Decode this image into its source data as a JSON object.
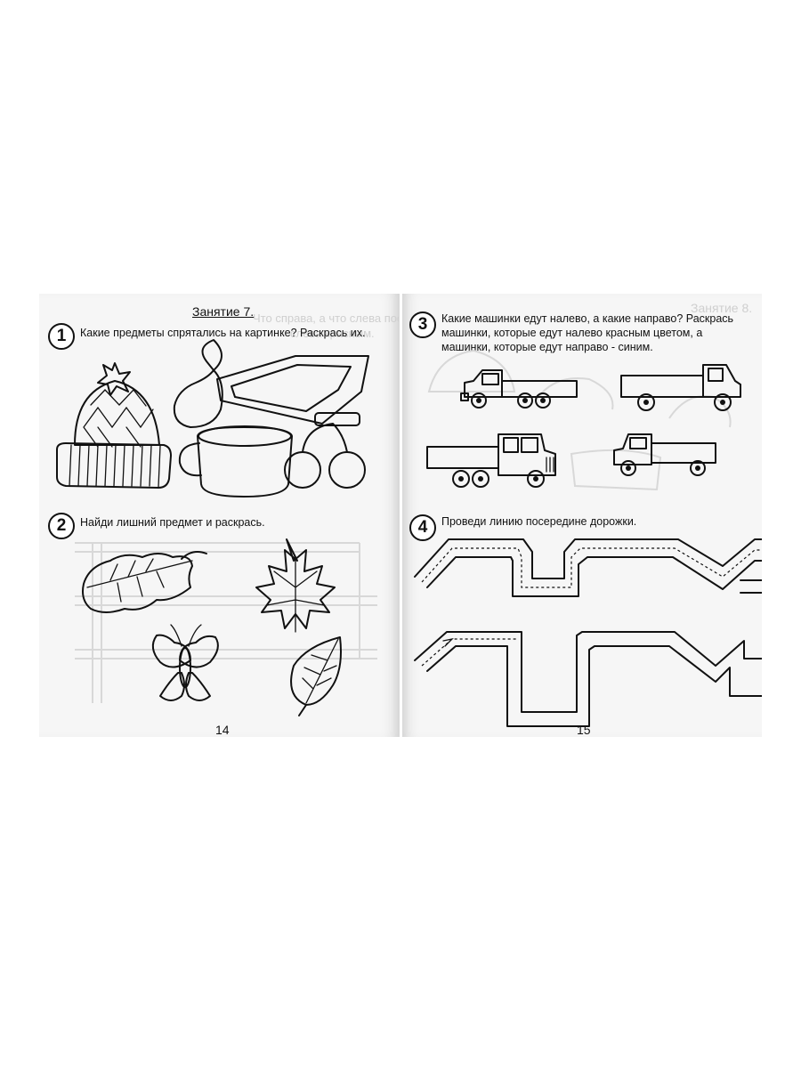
{
  "left_page": {
    "lesson_title": "Занятие 7.",
    "page_number": "14",
    "ghost_texts": [
      "Что справа, а что слева посередине? Раскрась",
      "слева красным."
    ],
    "tasks": [
      {
        "number": "1",
        "text": "Какие предметы спрятались на картинке? Раскрась их."
      },
      {
        "number": "2",
        "text": "Найди лишний предмет и раскрась."
      }
    ]
  },
  "right_page": {
    "ghost_title": "Занятие 8.",
    "page_number": "15",
    "tasks": [
      {
        "number": "3",
        "lines": [
          "Какие машинки  едут налево, а какие направо? Раскрась",
          "машинки, которые едут налево красным цветом, а",
          "машинки, которые едут направо - синим."
        ]
      },
      {
        "number": "4",
        "text": "Проведи линию посередине дорожки."
      }
    ]
  },
  "colors": {
    "ink": "#111111",
    "paper": "#f6f6f6",
    "ghost": "#cfcfcf"
  }
}
